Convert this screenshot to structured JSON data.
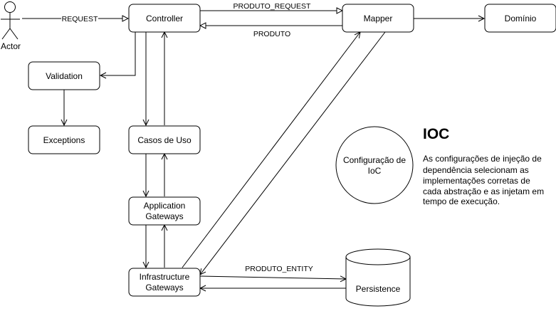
{
  "actor": {
    "label": "Actor"
  },
  "nodes": {
    "controller": "Controller",
    "mapper": "Mapper",
    "dominio": "Domínio",
    "validation": "Validation",
    "exceptions": "Exceptions",
    "casos_de_uso": "Casos de Uso",
    "application_gateways": [
      "Application",
      "Gateways"
    ],
    "infrastructure_gateways": [
      "Infrastructure",
      "Gateways"
    ],
    "persistence": "Persistence",
    "configuracao_ioc": [
      "Configuração de",
      "IoC"
    ]
  },
  "edges": {
    "request": "REQUEST",
    "produto_request": "PRODUTO_REQUEST",
    "produto": "PRODUTO",
    "produto_entity": "PRODUTO_ENTITY"
  },
  "ioc": {
    "title": "IOC",
    "description_lines": [
      "As configurações de injeção de",
      "dependência selecionam as",
      "implementações corretas de",
      "cada abstração e as injetam em",
      "tempo de execução."
    ]
  }
}
